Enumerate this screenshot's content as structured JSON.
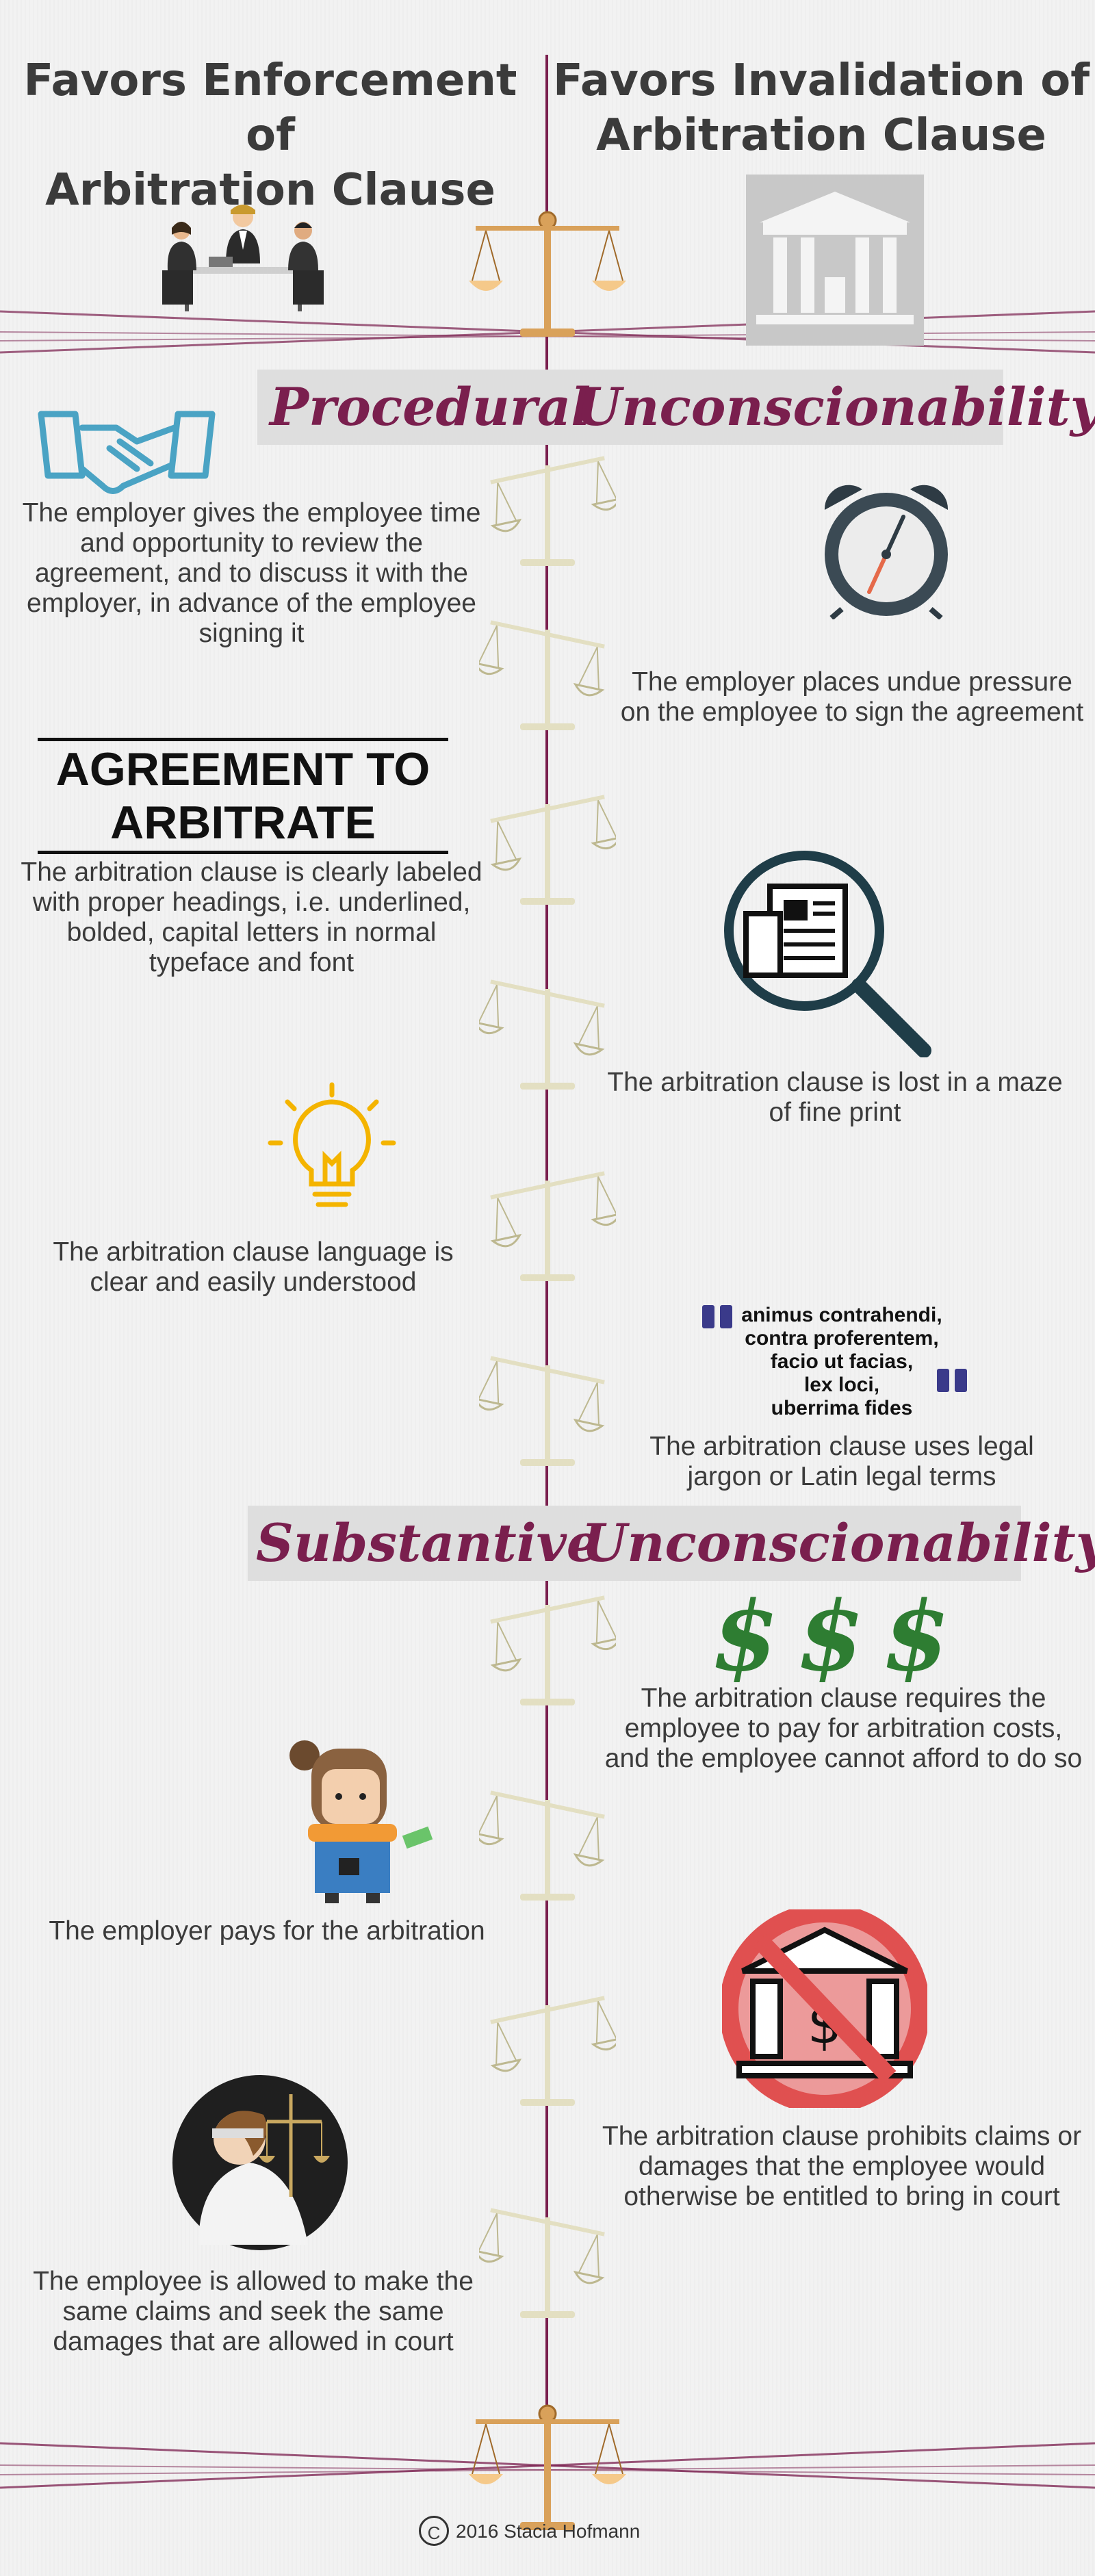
{
  "columns": {
    "left_title_line1": "Favors Enforcement of",
    "left_title_line2": "Arbitration Clause",
    "right_title_line1": "Favors Invalidation of",
    "right_title_line2": "Arbitration Clause"
  },
  "sections": {
    "procedural_left": "Procedural",
    "procedural_right": "Unconscionability",
    "substantive_left": "Substantive",
    "substantive_right": "Unconscionability"
  },
  "items": {
    "employer_review_time": "The employer gives the employee time and opportunity to review the agreement, and to discuss it with the employer, in advance of the employee signing it",
    "undue_pressure": "The employer places undue pressure on the employee to sign the agreement",
    "agreement_title_line1": "AGREEMENT TO",
    "agreement_title_line2": "ARBITRATE",
    "clearly_labeled": "The arbitration clause is clearly labeled with proper headings, i.e. underlined, bolded, capital letters in normal typeface and font",
    "fine_print": "The arbitration clause is lost in a maze of fine print",
    "clear_language": "The arbitration clause language is clear and easily understood",
    "latin_terms": [
      "animus contrahendi,",
      "contra proferentem,",
      "facio ut facias,",
      "lex loci,",
      "uberrima fides"
    ],
    "legal_jargon": "The arbitration clause uses legal jargon or Latin legal terms",
    "employee_pays": "The arbitration clause requires the employee to pay for arbitration costs, and the employee cannot afford to do so",
    "employer_pays": "The employer pays for the arbitration",
    "prohibits_claims": "The arbitration clause prohibits claims or damages that the employee would otherwise be entitled to bring in court",
    "same_claims": "The employee is allowed to make the same claims and seek the same damages that are allowed in court"
  },
  "footer": {
    "copyright_symbol": "C",
    "credit": "2016 Stacia Hofmann"
  },
  "colors": {
    "accent": "#7a1f4e",
    "scale_light": "#e3dfc2",
    "scale_gold": "#d9a15a",
    "dollar_green": "#2e7d32",
    "handshake_blue": "#4aa3c4",
    "bulb_yellow": "#f4b400",
    "no_sign_red": "#e05050"
  },
  "icons": {
    "meeting": "business-meeting-icon",
    "scale": "balance-scale-icon",
    "court": "courthouse-icon",
    "handshake": "handshake-icon",
    "clock": "alarm-clock-icon",
    "magnifier": "magnifying-glass-document-icon",
    "bulb": "light-bulb-icon",
    "quotes": "quotation-marks-icon",
    "dollars": "dollar-signs-icon",
    "woman": "woman-with-money-icon",
    "no_bank": "no-bank-icon",
    "justice": "lady-justice-icon"
  }
}
